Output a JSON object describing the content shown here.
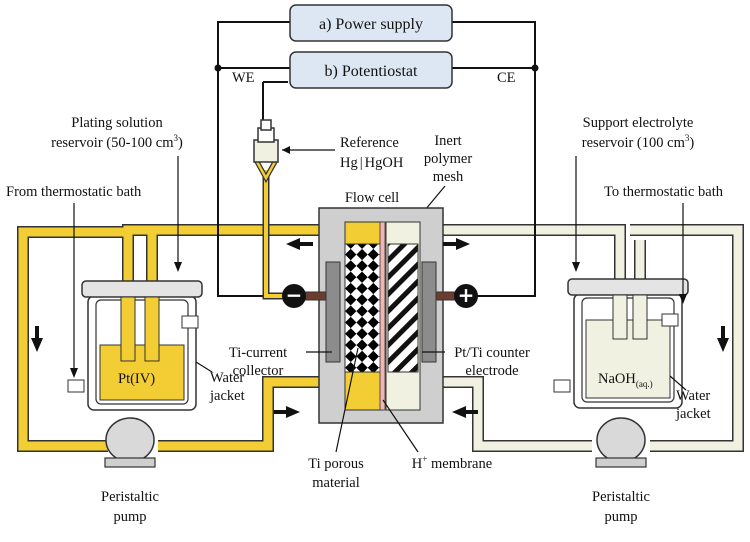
{
  "power_supply": "a) Power supply",
  "potentiostat": "b) Potentiostat",
  "we": "WE",
  "ce": "CE",
  "reference": [
    "Reference",
    "Hg",
    "HgOH"
  ],
  "inert_mesh": [
    "Inert",
    "polymer",
    "mesh"
  ],
  "plating_reservoir": [
    "Plating solution",
    "reservoir (50-100 cm",
    "3",
    ")"
  ],
  "support_reservoir": [
    "Support electrolyte",
    "reservoir (100 cm",
    "3",
    ")"
  ],
  "from_bath": "From thermostatic bath",
  "to_bath": "To thermostatic bath",
  "flow_cell": "Flow cell",
  "pt_iv": "Pt(IV)",
  "naoh": [
    "NaOH",
    "(aq.)"
  ],
  "water_jacket": [
    "Water",
    "jacket"
  ],
  "ti_current_collector": [
    "Ti-current",
    "collector"
  ],
  "counter_electrode": [
    "Pt/Ti counter",
    "electrode"
  ],
  "ti_porous": [
    "Ti porous",
    "material"
  ],
  "h_membrane": [
    "H",
    "+",
    " membrane"
  ],
  "pump": [
    "Peristaltic",
    "pump"
  ],
  "minus_sign": "−",
  "plus_sign": "+",
  "colors": {
    "plating_pipe": "#f2cd33",
    "support_pipe": "#f1f1e2",
    "box_fill": "#dce7f3",
    "cell_grey": "#cfcfcf",
    "membrane": "#f0b6b6"
  }
}
